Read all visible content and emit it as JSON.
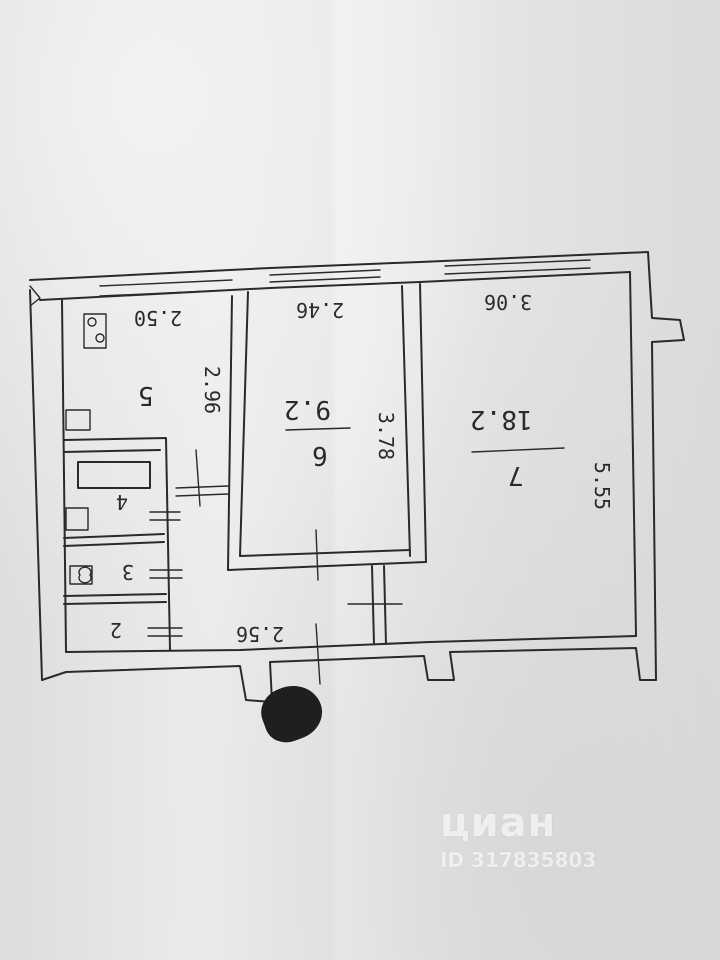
{
  "plan": {
    "kitchen": {
      "number": "5",
      "width": "2.50",
      "depth": "2.96"
    },
    "room_small": {
      "number": "6",
      "area": "9.2",
      "width": "2.46",
      "depth": "3.78"
    },
    "room_large": {
      "number": "7",
      "area": "18.2",
      "width": "3.06",
      "depth": "5.55"
    },
    "hall": {
      "width": "2.56"
    },
    "utility": {
      "bath": "4",
      "toilet": "3",
      "closet": "2"
    }
  },
  "watermark": {
    "brand": "циан",
    "listing_id": "ID 317835803"
  },
  "colors": {
    "paper": "#e4e5e7",
    "ink": "#2a2a2c"
  }
}
